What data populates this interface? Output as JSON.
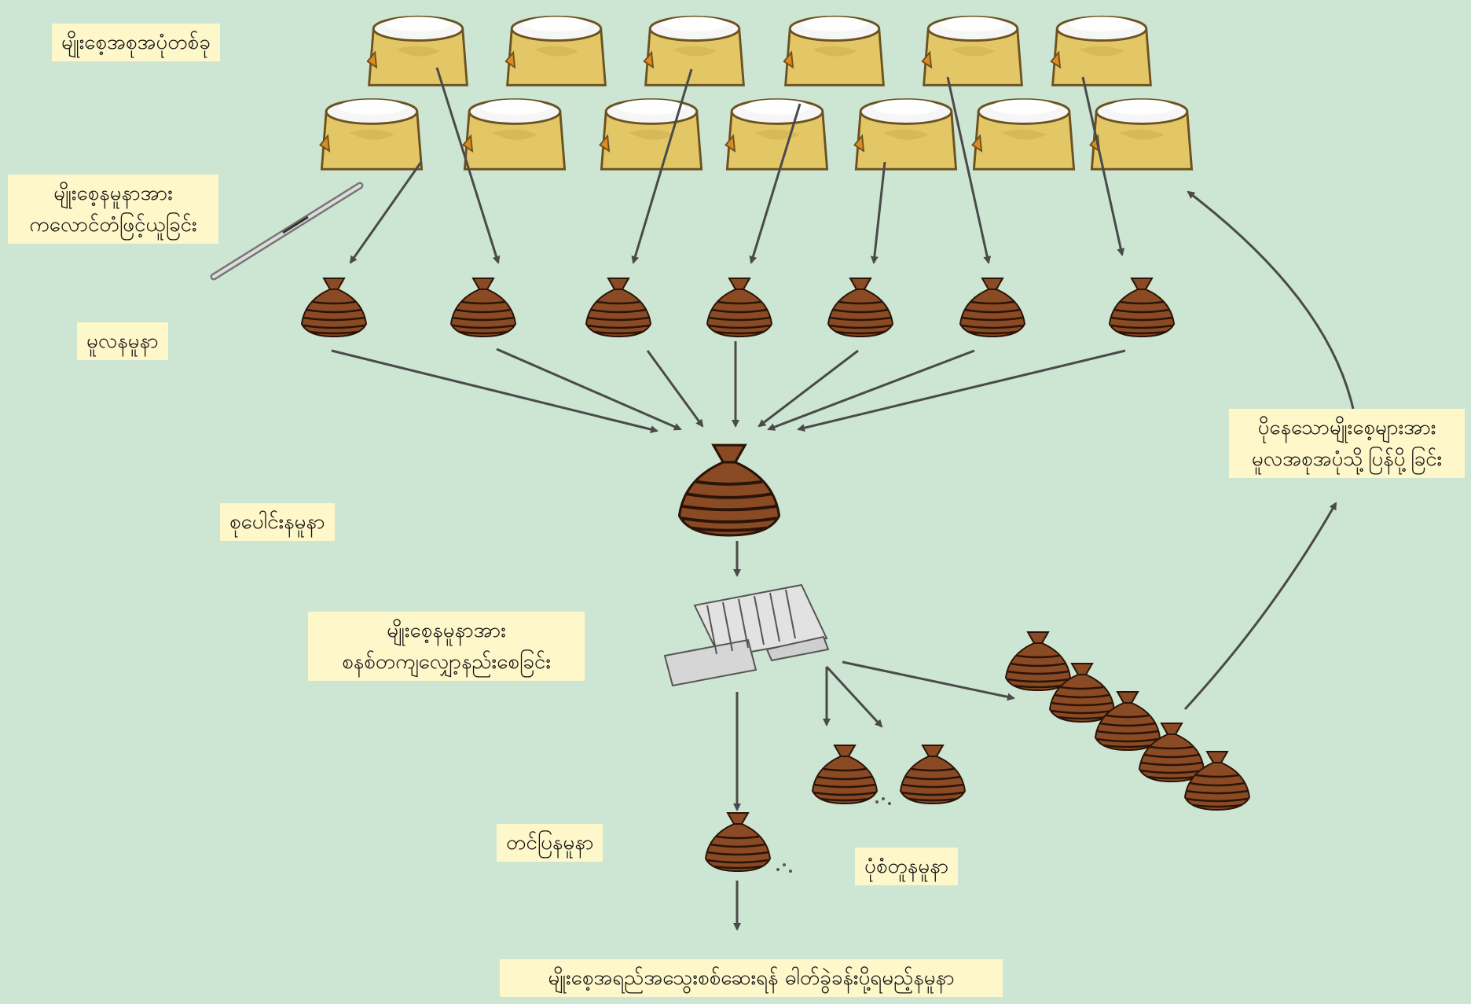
{
  "labels": {
    "sacks_lot": "မျိုးစေ့အစုအပုံတစ်ခု",
    "sampling_line1": "မျိုးစေ့နမူနာအား",
    "sampling_line2": "ကလောင်တံဖြင့်ယူခြင်း",
    "primary_sample": "မူလနမူနာ",
    "composite_sample": "စုပေါင်းနမူနာ",
    "reduce_line1": "မျိုးစေ့နမူနာအား",
    "reduce_line2": "စနစ်တကျလျှော့နည်းစေခြင်း",
    "submitted_sample": "တင်ပြနမူနာ",
    "duplicate_sample": "ပုံစံတူနမူနာ",
    "return_line1": "ပိုနေသောမျိုးစေ့များအား",
    "return_line2": "မူလအစုအပုံသို့ပြန်ပို့ခြင်း",
    "lab_sample": "မျိုးစေ့အရည်အသွေးစစ်ဆေးရန် ဓါတ်ခွဲခန်းပို့ရမည့်နမူနာ"
  },
  "colors": {
    "background": "#cde6d3",
    "label_bg": "#fdf7c9",
    "sack_fill": "#e3c766",
    "sack_top": "#f6f6f6",
    "pouch_fill": "#8a4a24",
    "arrow": "#4a4a4a"
  },
  "icons": {
    "sack": "grain-sack-icon",
    "pouch": "sample-bag-icon",
    "probe": "sampling-probe-icon",
    "divider": "riffle-divider-icon"
  }
}
